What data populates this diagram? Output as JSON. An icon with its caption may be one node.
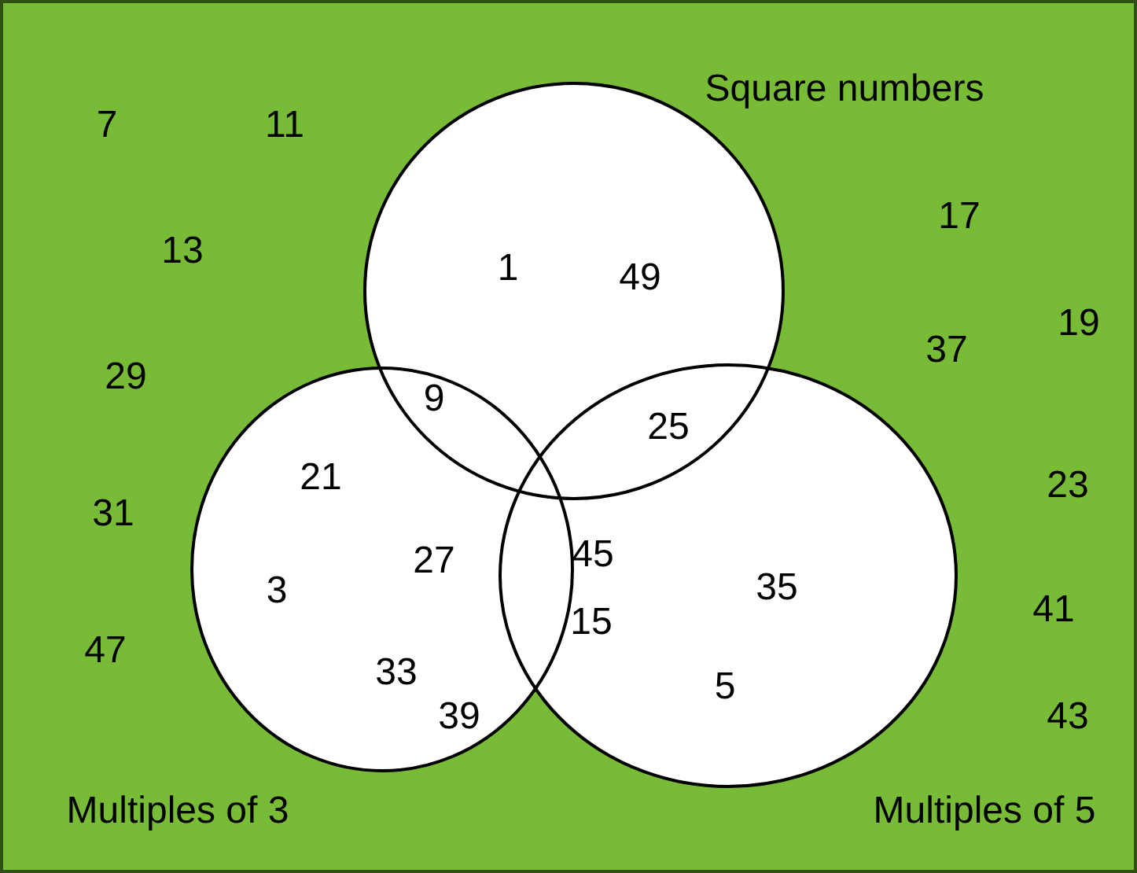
{
  "diagram": {
    "nodes": [
      {
        "text": [
          "Square numbers"
        ]
      },
      {
        "text": [
          "Multiples of 3"
        ]
      },
      {
        "text": [
          "Multiples of 5"
        ]
      }
    ],
    "labels": [
      "7",
      "11",
      "13",
      "1",
      "49",
      "17",
      "37",
      "19",
      "29",
      "9",
      "25",
      "21",
      "23",
      "31",
      "27",
      "45",
      "3",
      "35",
      "41",
      "15",
      "47",
      "33",
      "5",
      "39",
      "43"
    ]
  }
}
